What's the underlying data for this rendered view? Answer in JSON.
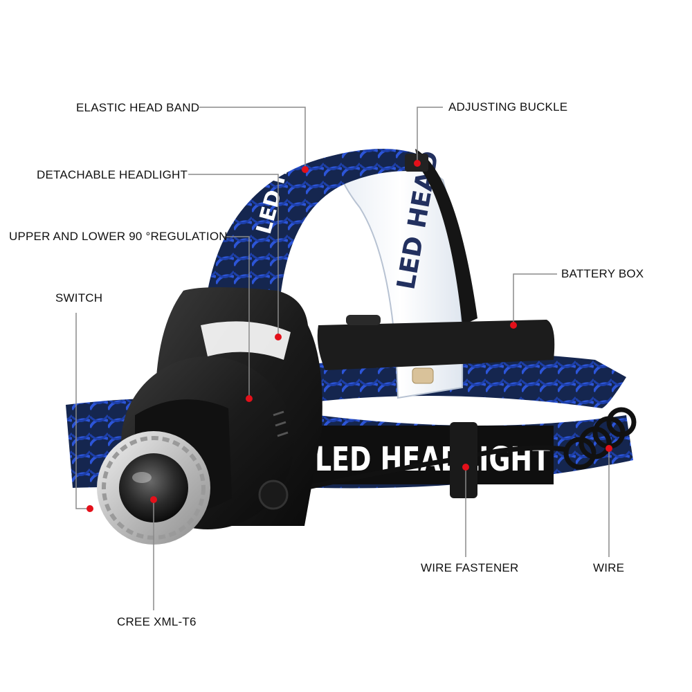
{
  "image": {
    "subject": "headlamp-product-diagram",
    "colors": {
      "band_blue": "#1d3fa8",
      "band_black": "#111111",
      "body_black": "#1b1b1b",
      "bezel_silver": "#c8c8c8",
      "marker_red": "#e4101a",
      "leader_gray": "#8a8a8a"
    }
  },
  "band_print": {
    "text_front": "LED HEADLIGHT",
    "text_top": "LED HEAD"
  },
  "callouts": [
    {
      "id": "elastic-head-band",
      "label": "ELASTIC HEAD BAND"
    },
    {
      "id": "adjusting-buckle",
      "label": "ADJUSTING BUCKLE"
    },
    {
      "id": "detachable-headlight",
      "label": "DETACHABLE HEADLIGHT"
    },
    {
      "id": "regulation",
      "label": "UPPER AND LOWER 90 °REGULATION"
    },
    {
      "id": "battery-box",
      "label": "BATTERY BOX"
    },
    {
      "id": "switch",
      "label": "SWITCH"
    },
    {
      "id": "wire-fastener",
      "label": "WIRE FASTENER"
    },
    {
      "id": "wire",
      "label": "WIRE"
    },
    {
      "id": "cree",
      "label": "CREE XML-T6"
    }
  ]
}
